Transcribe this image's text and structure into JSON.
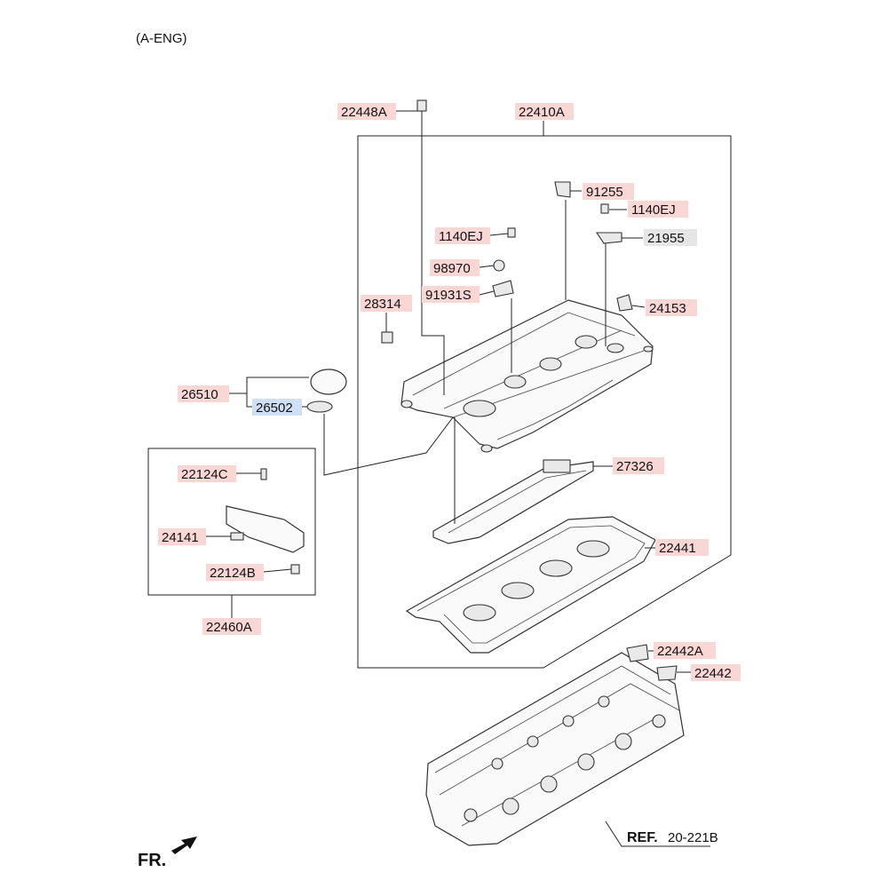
{
  "header": {
    "variant": "(A-ENG)"
  },
  "colors": {
    "pink_highlight": "#f8d7d4",
    "blue_highlight": "#cfe0f4",
    "gray_highlight": "#e6e6e6"
  },
  "labels": {
    "l22448A": "22448A",
    "l22410A": "22410A",
    "l91255": "91255",
    "l1140EJ_r": "1140EJ",
    "l1140EJ_l": "1140EJ",
    "l21955": "21955",
    "l98970": "98970",
    "l91931S": "91931S",
    "l28314": "28314",
    "l24153": "24153",
    "l26510": "26510",
    "l26502": "26502",
    "l22124C": "22124C",
    "l24141": "24141",
    "l22124B": "22124B",
    "l22460A": "22460A",
    "l27326": "27326",
    "l22441": "22441",
    "l22442A": "22442A",
    "l22442": "22442"
  },
  "reference": {
    "prefix": "REF.",
    "code": "20-221B"
  },
  "orientation": {
    "label": "FR."
  }
}
